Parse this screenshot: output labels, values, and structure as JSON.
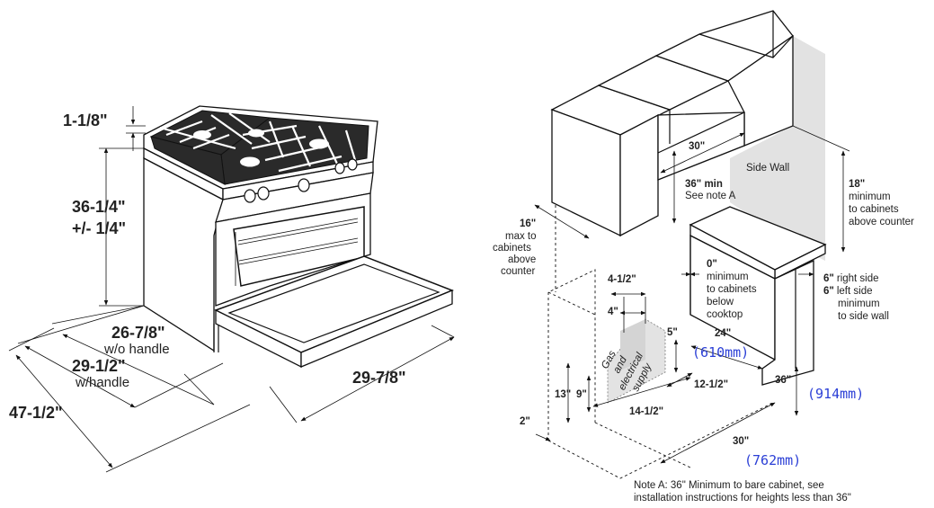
{
  "range_dims": {
    "top_trim": "1-1/8\"",
    "height": "36-1/4\"",
    "height_tol": "+/- 1/4\"",
    "depth_no_handle": "26-7/8\"",
    "depth_no_handle_note": "w/o handle",
    "depth_handle": "29-1/2\"",
    "depth_handle_note": "w/handle",
    "depth_door_open": "47-1/2\"",
    "width": "29-7/8\""
  },
  "install": {
    "side_wall": "Side Wall",
    "cab_width": "30\"",
    "cab_min_a": "36\" min",
    "cab_min_b": "See note A",
    "cab_depth_a": "16\"",
    "cab_depth_b": "max to",
    "cab_depth_c": "cabinets",
    "cab_depth_d": "above",
    "cab_depth_e": "counter",
    "above_a": "18\"",
    "above_b": "minimum",
    "above_c": "to cabinets",
    "above_d": "above counter",
    "zero_a": "0\"",
    "zero_b": "minimum",
    "zero_c": "to cabinets",
    "zero_d": "below",
    "zero_e": "cooktop",
    "side_a": "6\"",
    "side_a_txt": "right side",
    "side_b": "6\"",
    "side_b_txt": "left side",
    "side_c": "minimum",
    "side_d": "to side wall",
    "d_4half": "4-1/2\"",
    "d_4": "4\"",
    "d_5": "5\"",
    "d_24": "24\"",
    "mm_610": "(610mm)",
    "d_13": "13\"",
    "d_9": "9\"",
    "gas_1": "Gas",
    "gas_2": "and",
    "gas_3": "electrical",
    "gas_4": "supply",
    "d_12half": "12-1/2\"",
    "d_36": "36\"",
    "mm_914": "(914mm)",
    "d_14half": "14-1/2\"",
    "d_2": "2\"",
    "d_30": "30\"",
    "mm_762": "(762mm)",
    "note_1": "Note A: 36\" Minimum to bare cabinet, see",
    "note_2": "installation instructions for heights less than 36\""
  }
}
